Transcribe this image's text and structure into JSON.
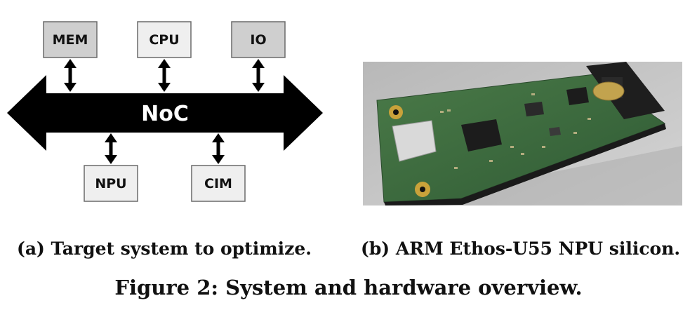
{
  "diagram": {
    "bus_label": "NoC",
    "blocks": {
      "mem": "MEM",
      "cpu": "CPU",
      "io": "IO",
      "npu": "NPU",
      "cim": "CIM"
    },
    "colors": {
      "bus": "#000000",
      "bus_text": "#ffffff",
      "block_gray": "#cfcfcf",
      "block_light": "#efefef",
      "block_border": "#6a6a6a"
    }
  },
  "photo": {
    "subject": "printed-circuit-board",
    "colors": {
      "background": "#bfbfbf",
      "pcb": "#3f6e40",
      "chip": "#1c1c1c",
      "usb": "#d9d9d9",
      "gold": "#c9a23a"
    }
  },
  "captions": {
    "a": "(a) Target system to optimize.",
    "b": "(b) ARM Ethos-U55 NPU silicon."
  },
  "figure_title": "Figure 2: System and hardware overview."
}
